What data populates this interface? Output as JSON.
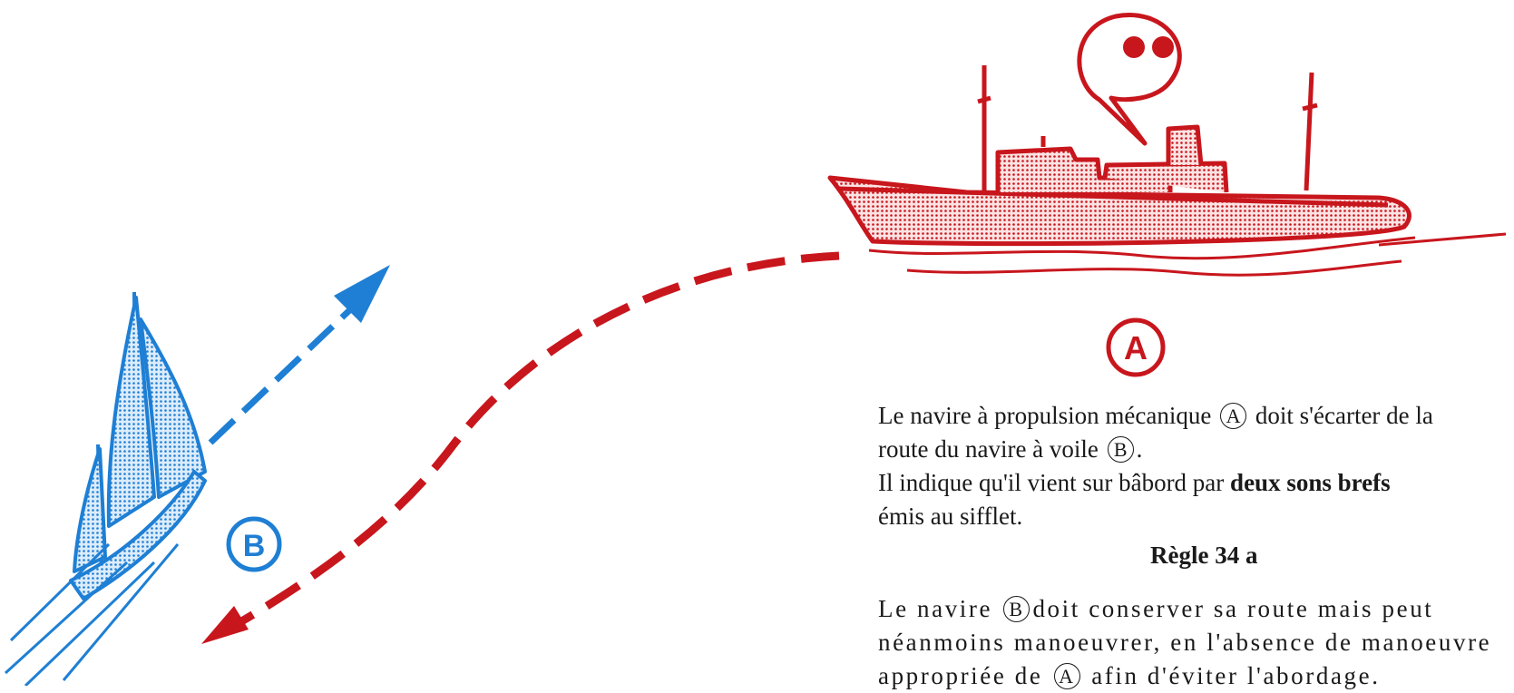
{
  "colors": {
    "ship_red": "#c8161d",
    "boat_blue": "#1e7fd4",
    "text": "#1a1a1a"
  },
  "labels": {
    "ship": "A",
    "boat": "B"
  },
  "speech_bubble": {
    "dots": 2
  },
  "paragraph1": {
    "line1_pre": "Le navire à propulsion mécanique",
    "line1_ref": "A",
    "line1_post": "doit s'écarter de la",
    "line2_pre": "route du navire à voile",
    "line2_ref": "B",
    "line2_post": "."
  },
  "paragraph2": {
    "pre": "Il indique qu'il vient sur bâbord par ",
    "bold": "deux sons brefs",
    "line2": "émis au sifflet."
  },
  "rule_title": "Règle 34 a",
  "paragraph3": {
    "line1_pre": "Le navire",
    "line1_ref": "B",
    "line1_post": "doit conserver sa route mais peut",
    "line2": "néanmoins manoeuvrer, en l'absence de manoeuvre",
    "line3_pre": "appropriée de",
    "line3_ref": "A",
    "line3_post": "afin d'éviter l'abordage."
  }
}
